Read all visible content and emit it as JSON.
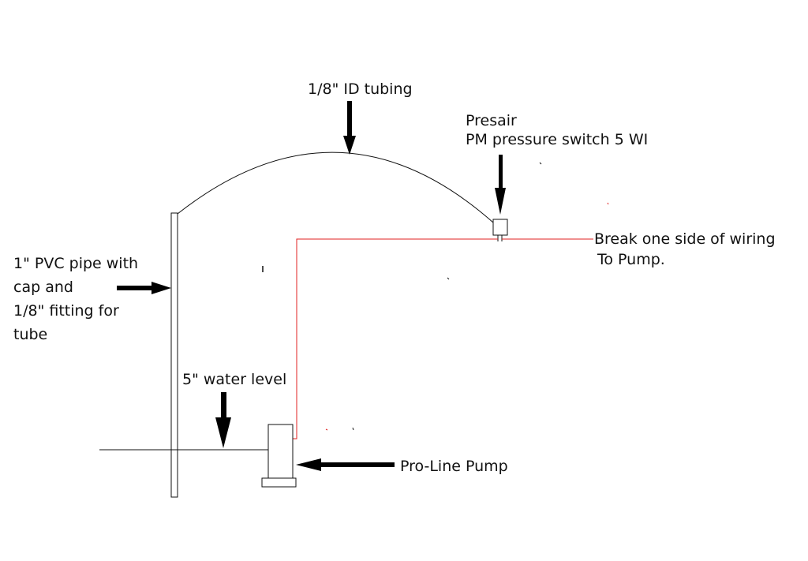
{
  "labels": {
    "tubing": "1/8\" ID tubing",
    "switch_line1": "Presair",
    "switch_line2": "PM pressure switch 5 WI",
    "wiring_line1": "Break one side of wiring",
    "wiring_line2": "To Pump.",
    "pipe_line1": "1\" PVC pipe with",
    "pipe_line2": "cap and",
    "pipe_line3": "1/8\" fitting for",
    "pipe_line4": "tube",
    "water_level": "5\" water level",
    "pump": "Pro-Line Pump"
  },
  "colors": {
    "wire": "#e02020",
    "line": "#111111",
    "arrow": "#000000"
  }
}
